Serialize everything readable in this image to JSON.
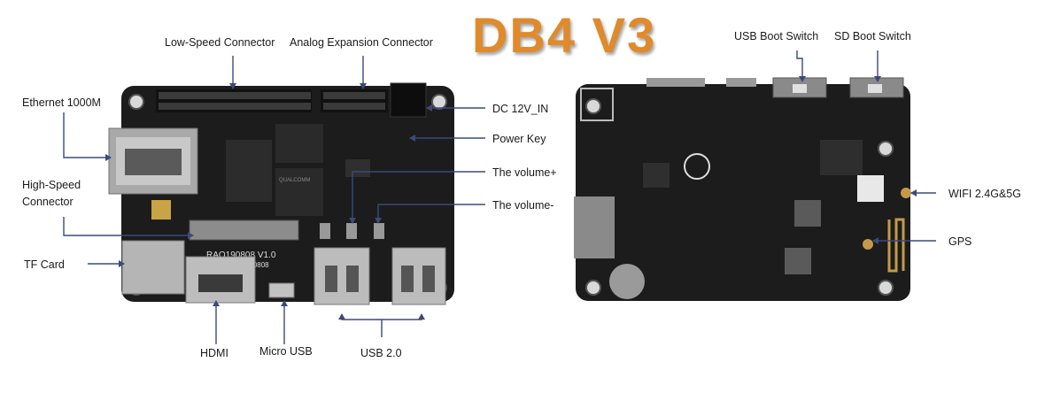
{
  "title": "DB4 V3",
  "colors": {
    "title": "#e08a2c",
    "pcb": "#1c1c1c",
    "line": "#3b4a7a"
  },
  "labels": {
    "low_speed": "Low-Speed Connector",
    "analog_expansion": "Analog Expansion Connector",
    "ethernet": "Ethernet 1000M",
    "high_speed_1": "High-Speed",
    "high_speed_2": "Connector",
    "tf_card": "TF Card",
    "hdmi": "HDMI",
    "micro_usb": "Micro USB",
    "usb20": "USB 2.0",
    "dc_in": "DC 12V_IN",
    "power_key": "Power Key",
    "volume_up": "The volume+",
    "volume_down": "The volume-",
    "usb_boot": "USB Boot Switch",
    "sd_boot": "SD Boot Switch",
    "wifi": "WIFI 2.4G&5G",
    "gps": "GPS"
  },
  "silkscreen": {
    "board_id": "RAO190808 V1.0",
    "date": "20190808",
    "chip_brand": "QUALCOMM"
  }
}
